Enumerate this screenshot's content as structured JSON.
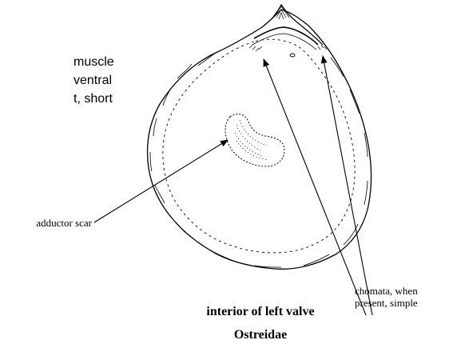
{
  "side_text": {
    "line1": "muscle",
    "line2": "ventral",
    "line3": "t, short"
  },
  "labels": {
    "adductor_scar": "adductor scar",
    "chomata_line1": "chomata, when",
    "chomata_line2": "present, simple"
  },
  "captions": {
    "view": "interior of left valve",
    "family": "Ostreidae"
  }
}
